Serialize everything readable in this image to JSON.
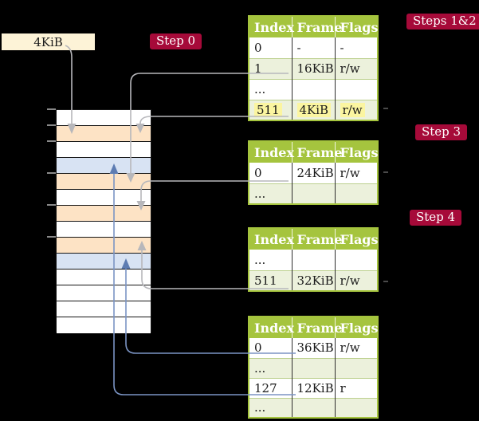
{
  "colors": {
    "badge_red": "#a60a39",
    "header_green": "#a5c43e",
    "row_green": "#ecf1dc",
    "highlight_yellow": "#fbf5a0",
    "cream": "#fdf3d7",
    "frame_peach": "#fde3c5",
    "frame_blue": "#d8e3f3",
    "arrow_gray": "#b7b7bb",
    "arrow_blue": "#7b94c4"
  },
  "badges": [
    {
      "label": "Step 0"
    },
    {
      "label": "Steps 1&2"
    },
    {
      "label": "Step 3"
    },
    {
      "label": "Step 4"
    }
  ],
  "memory": {
    "page_size_label": "4KiB",
    "frame_fills": [
      "white",
      "peach",
      "white",
      "blue",
      "peach",
      "white",
      "peach",
      "white",
      "peach",
      "blue",
      "white",
      "white",
      "white",
      "white"
    ]
  },
  "tables": [
    {
      "headers": [
        "Index",
        "Frame",
        "Flags"
      ],
      "rows": [
        {
          "cells": [
            "0",
            "-",
            "-"
          ]
        },
        {
          "cells": [
            "1",
            "16KiB",
            "r/w"
          ]
        },
        {
          "cells": [
            "...",
            "",
            ""
          ]
        },
        {
          "cells": [
            "511",
            "4KiB",
            "r/w"
          ],
          "highlight": true
        }
      ]
    },
    {
      "headers": [
        "Index",
        "Frame",
        "Flags"
      ],
      "rows": [
        {
          "cells": [
            "0",
            "24KiB",
            "r/w"
          ]
        },
        {
          "cells": [
            "...",
            "",
            ""
          ]
        }
      ]
    },
    {
      "headers": [
        "Index",
        "Frame",
        "Flags"
      ],
      "rows": [
        {
          "cells": [
            "...",
            "",
            ""
          ]
        },
        {
          "cells": [
            "511",
            "32KiB",
            "r/w"
          ]
        }
      ]
    },
    {
      "headers": [
        "Index",
        "Frame",
        "Flags"
      ],
      "rows": [
        {
          "cells": [
            "0",
            "36KiB",
            "r/w"
          ]
        },
        {
          "cells": [
            "...",
            "",
            ""
          ]
        },
        {
          "cells": [
            "127",
            "12KiB",
            "r"
          ]
        },
        {
          "cells": [
            "...",
            "",
            ""
          ]
        }
      ]
    }
  ],
  "arrows": [
    {
      "from": "page-size-box",
      "to": "frame-4KiB",
      "color": "gray"
    },
    {
      "from": "table1-entry-1",
      "to": "frame-16KiB",
      "color": "gray"
    },
    {
      "from": "table1-entry-511",
      "to": "frame-4KiB",
      "color": "gray"
    },
    {
      "from": "table2-entry-0",
      "to": "frame-24KiB",
      "color": "gray"
    },
    {
      "from": "table3-entry-511",
      "to": "frame-32KiB",
      "color": "gray"
    },
    {
      "from": "table4-entry-0",
      "to": "frame-36KiB",
      "color": "blue"
    },
    {
      "from": "table4-entry-127",
      "to": "frame-12KiB",
      "color": "blue"
    }
  ]
}
